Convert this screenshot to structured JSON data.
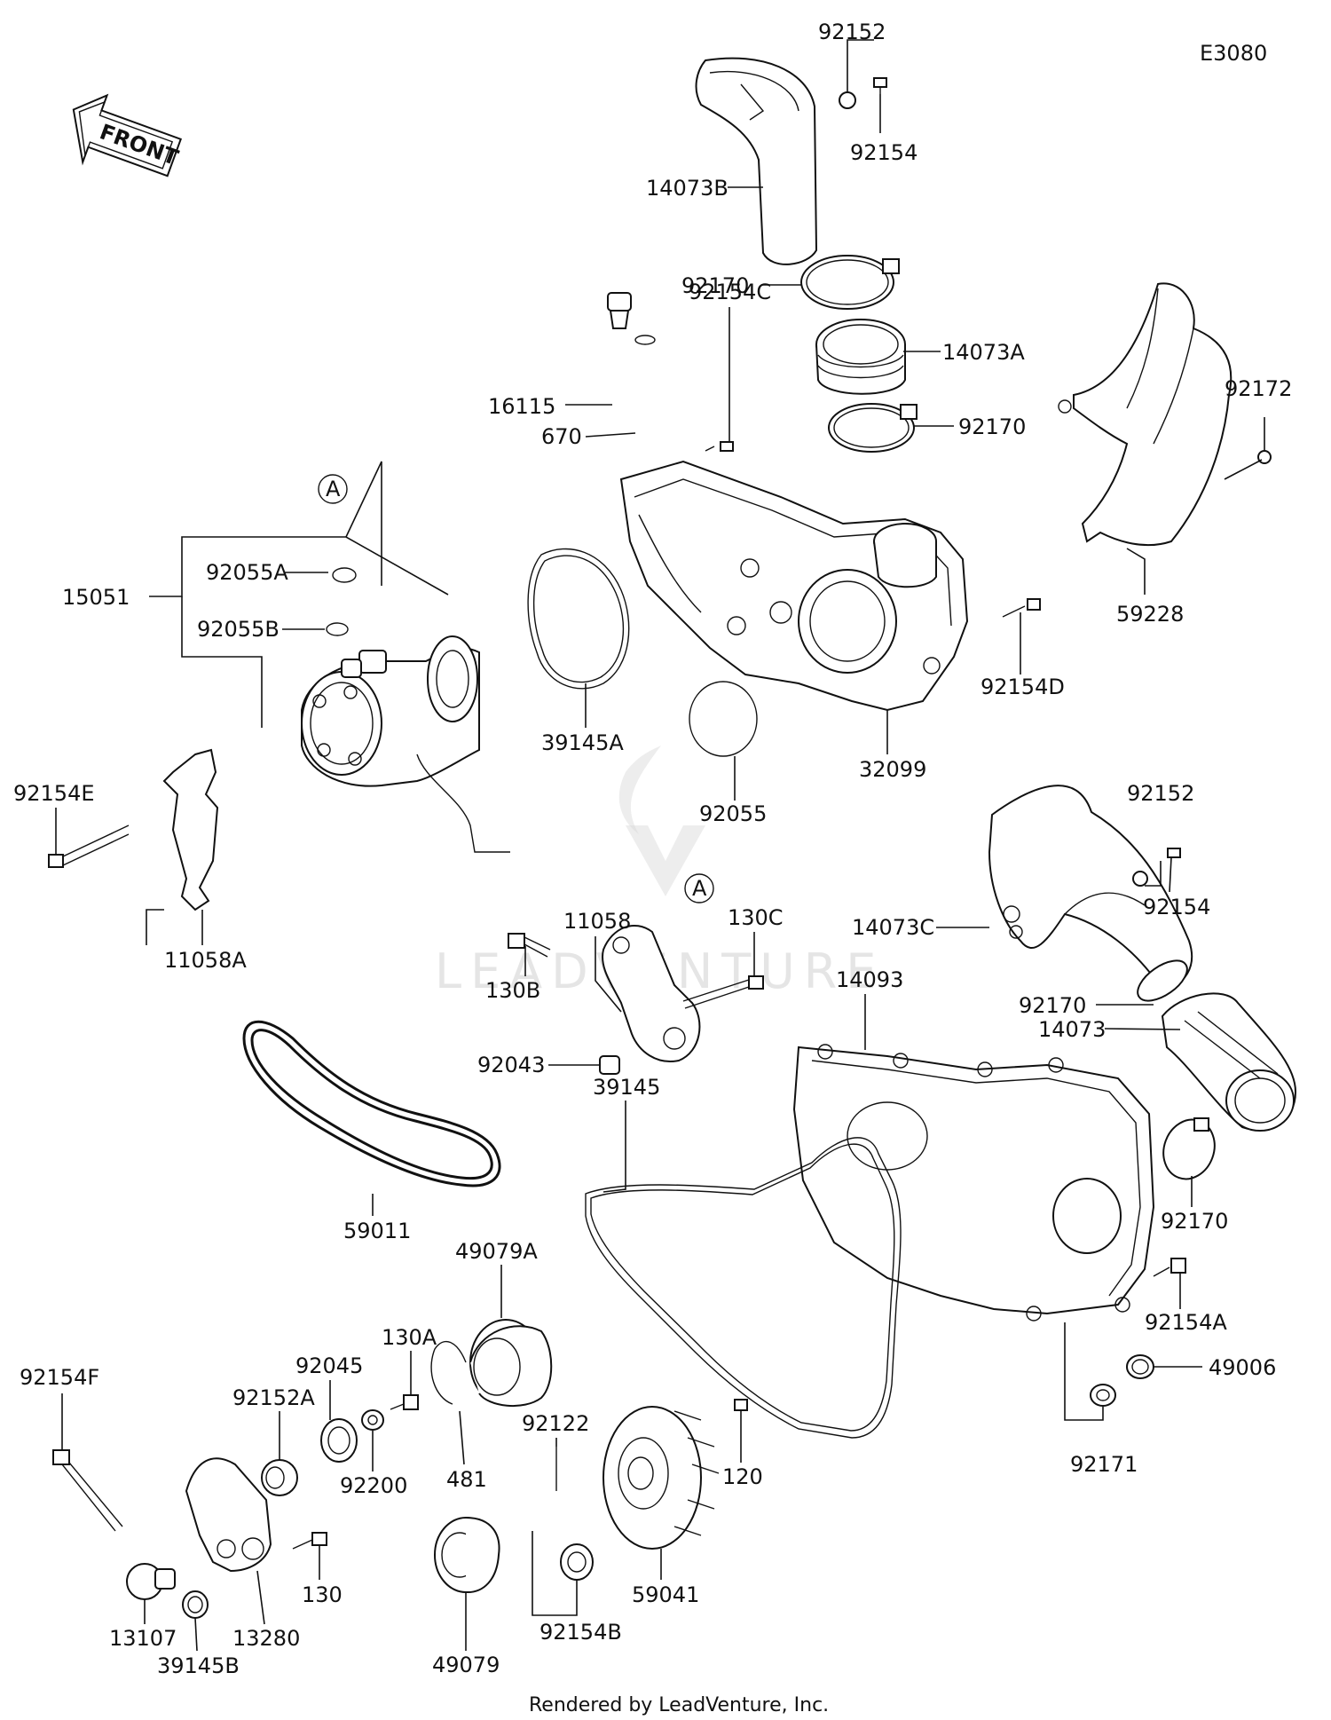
{
  "diagram_code": "E3080",
  "front_label": "FRONT",
  "footer": "Rendered by LeadVenture, Inc.",
  "watermark": "LEADVENTURE",
  "reference_marks": [
    "A",
    "A"
  ],
  "part_labels": [
    "92152",
    "92154",
    "14073B",
    "92170",
    "14073A",
    "16115",
    "92154C",
    "670",
    "92170",
    "92172",
    "59228",
    "92055A",
    "15051",
    "92055B",
    "39145A",
    "92154D",
    "32099",
    "92055",
    "92154E",
    "11058A",
    "92152",
    "92154",
    "14073C",
    "11058",
    "130C",
    "130B",
    "92043",
    "14093",
    "92170",
    "14073",
    "59011",
    "39145",
    "92170",
    "49079A",
    "92154A",
    "49006",
    "92154F",
    "130A",
    "92045",
    "92152A",
    "92122",
    "120",
    "481",
    "92200",
    "92171",
    "130",
    "13107",
    "13280",
    "39145B",
    "49079",
    "92154B",
    "59041"
  ]
}
